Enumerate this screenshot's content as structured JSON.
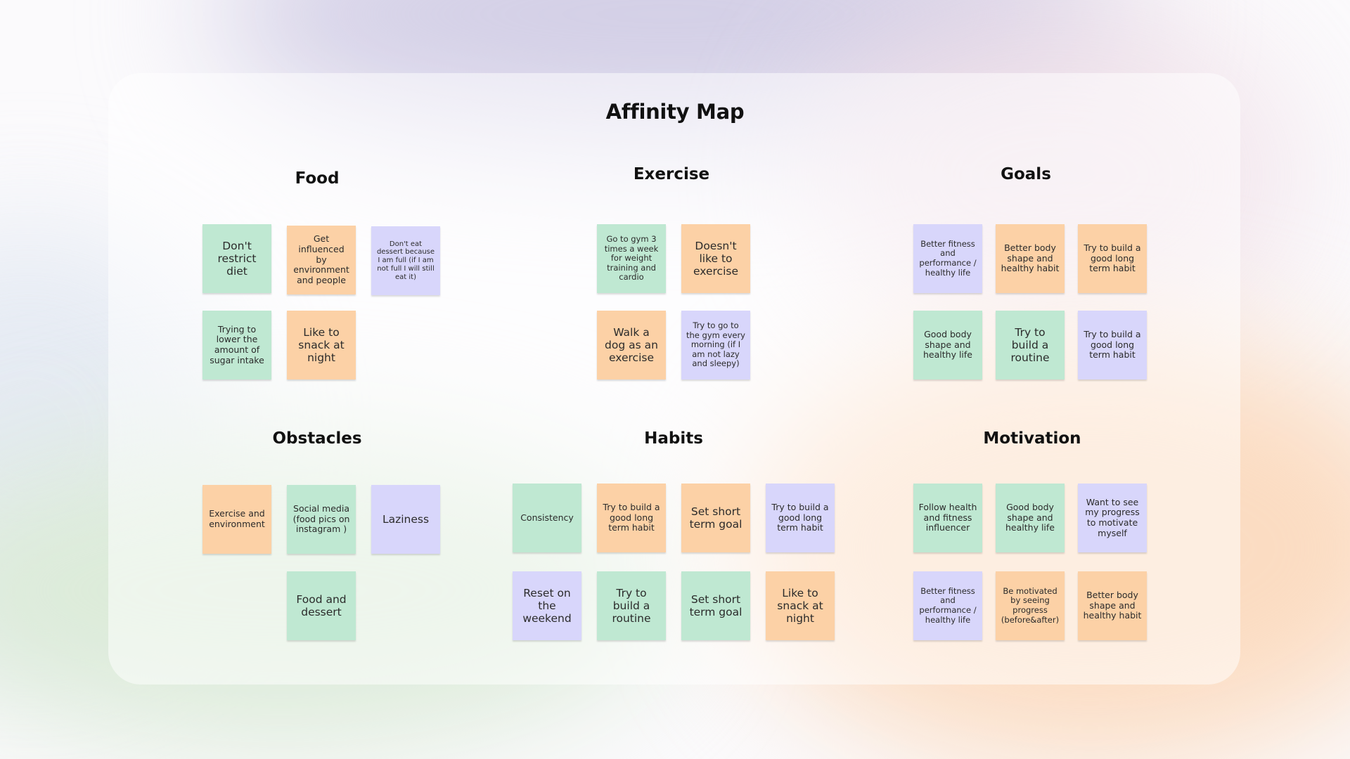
{
  "title": "Affinity Map",
  "colors": {
    "green": "#bfe8d2",
    "orange": "#fcd1a6",
    "purple": "#d8d6fb"
  },
  "sections": {
    "food": {
      "heading": "Food",
      "notes": [
        {
          "text": "Don't restrict diet",
          "color": "green"
        },
        {
          "text": "Get influenced by environment and people",
          "color": "orange"
        },
        {
          "text": "Don't eat dessert because I am full (if I am not full I will still eat it)",
          "color": "purple"
        },
        {
          "text": "Trying to lower the amount of sugar intake",
          "color": "green"
        },
        {
          "text": "Like to snack at night",
          "color": "orange"
        }
      ]
    },
    "exercise": {
      "heading": "Exercise",
      "notes": [
        {
          "text": "Go to gym 3 times a week for weight training and cardio",
          "color": "green"
        },
        {
          "text": "Doesn't like to exercise",
          "color": "orange"
        },
        {
          "text": "Walk a dog as an exercise",
          "color": "orange"
        },
        {
          "text": "Try to go to the gym every morning (if I am not lazy and sleepy)",
          "color": "purple"
        }
      ]
    },
    "goals": {
      "heading": "Goals",
      "notes": [
        {
          "text": "Better fitness and performance / healthy life",
          "color": "purple"
        },
        {
          "text": "Better body shape and healthy habit",
          "color": "orange"
        },
        {
          "text": "Try to build a good long term habit",
          "color": "orange"
        },
        {
          "text": "Good body shape and healthy life",
          "color": "green"
        },
        {
          "text": "Try to build a routine",
          "color": "green"
        },
        {
          "text": "Try to build a good long term habit",
          "color": "purple"
        }
      ]
    },
    "obstacles": {
      "heading": "Obstacles",
      "notes": [
        {
          "text": "Exercise and environment",
          "color": "orange"
        },
        {
          "text": "Social media (food pics on instagram )",
          "color": "green"
        },
        {
          "text": "Laziness",
          "color": "purple"
        },
        {
          "text": "Food and dessert",
          "color": "green"
        }
      ]
    },
    "habits": {
      "heading": "Habits",
      "notes": [
        {
          "text": "Consistency",
          "color": "green"
        },
        {
          "text": "Try to build a good long term habit",
          "color": "orange"
        },
        {
          "text": "Set short term goal",
          "color": "orange"
        },
        {
          "text": "Try to build a good long term habit",
          "color": "purple"
        },
        {
          "text": "Reset on the weekend",
          "color": "purple"
        },
        {
          "text": "Try to build a routine",
          "color": "green"
        },
        {
          "text": "Set short term goal",
          "color": "green"
        },
        {
          "text": "Like to snack at night",
          "color": "orange"
        }
      ]
    },
    "motivation": {
      "heading": "Motivation",
      "notes": [
        {
          "text": "Follow health and fitness influencer",
          "color": "green"
        },
        {
          "text": "Good body shape and healthy life",
          "color": "green"
        },
        {
          "text": "Want to see my progress to motivate myself",
          "color": "purple"
        },
        {
          "text": "Better fitness and performance / healthy life",
          "color": "purple"
        },
        {
          "text": "Be motivated by seeing progress (before&after)",
          "color": "orange"
        },
        {
          "text": "Better body shape and healthy habit",
          "color": "orange"
        }
      ]
    }
  }
}
